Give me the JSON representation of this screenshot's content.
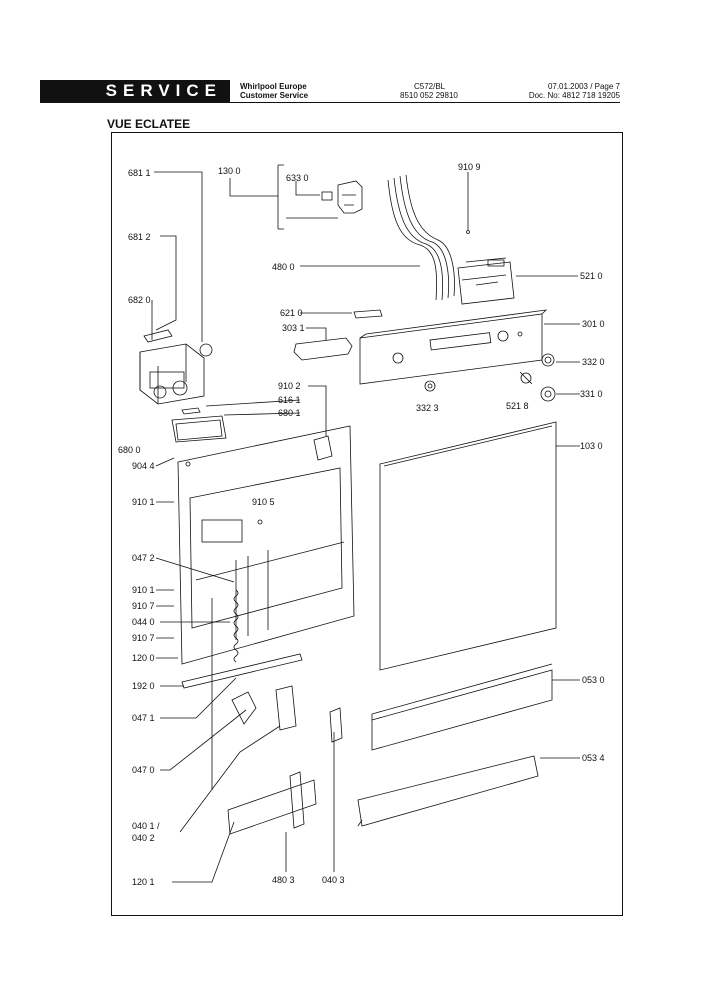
{
  "header": {
    "service_label": "SERVICE",
    "company_line1": "Whirlpool Europe",
    "company_line2": "Customer Service",
    "model": "C572/BL",
    "model_code": "8510 052 29810",
    "date_page": "07.01.2003 / Page 7",
    "doc_no": "Doc. No: 4812 718 19205"
  },
  "title": "VUE ECLATEE",
  "part_labels": {
    "p6811": "681 1",
    "p1300": "130 0",
    "p6330": "633 0",
    "p9109": "910 9",
    "p6812": "681 2",
    "p4800": "480 0",
    "p5210": "521 0",
    "p6820": "682 0",
    "p6210": "621 0",
    "p3031": "303 1",
    "p3010": "301 0",
    "p3320": "332 0",
    "p9102": "910 2",
    "p6161": "616 1",
    "p6801": "680 1",
    "p3323": "332 3",
    "p5218": "521 8",
    "p3310": "331 0",
    "p6800": "680 0",
    "p9044": "904 4",
    "p1030": "103 0",
    "p9101a": "910 1",
    "p9105": "910 5",
    "p0472": "047 2",
    "p9101b": "910 1",
    "p9107a": "910 7",
    "p0440": "044 0",
    "p9107b": "910 7",
    "p1200": "120 0",
    "p1920": "192 0",
    "p0530": "053 0",
    "p0471": "047 1",
    "p0534": "053 4",
    "p0470": "047 0",
    "p0401": "040 1 /",
    "p0402": "040 2",
    "p1201": "120 1",
    "p4803": "480 3",
    "p0403": "040 3"
  }
}
